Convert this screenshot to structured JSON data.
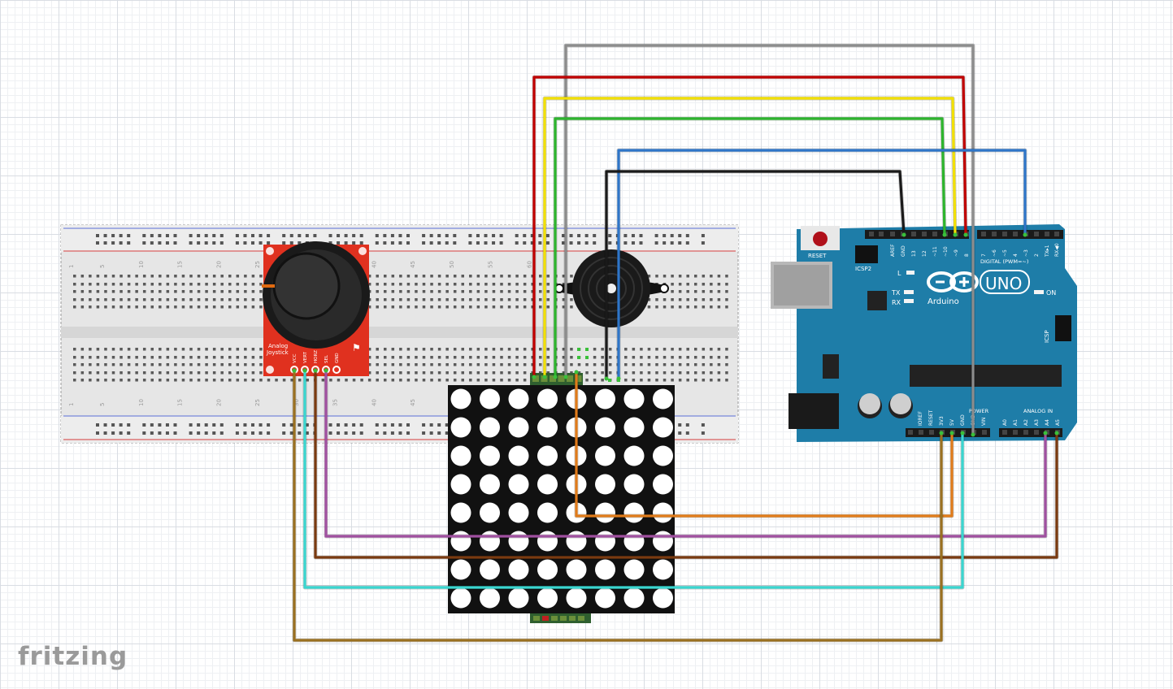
{
  "app": {
    "logo": "fritzing"
  },
  "breadboard": {
    "col_numbers": [
      "1",
      "5",
      "10",
      "15",
      "20",
      "25",
      "30",
      "35",
      "40",
      "45",
      "50",
      "55",
      "60"
    ]
  },
  "joystick": {
    "label_line1": "Analog",
    "label_line2": "Joystick",
    "pins": [
      "VCC",
      "VERT",
      "HORZ",
      "SEL",
      "GND"
    ],
    "board_color": "#e0311f"
  },
  "arduino": {
    "board_color": "#1e7da8",
    "reset_label": "RESET",
    "icsp2_label": "ICSP2",
    "icsp_label": "ICSP",
    "brand": "Arduino",
    "model": "UNO",
    "led_l": "L",
    "led_tx": "TX",
    "led_rx": "RX",
    "led_on": "ON",
    "digital_label": "DIGITAL (PWM=~)",
    "digital_pins": [
      "AREF",
      "GND",
      "13",
      "12",
      "~11",
      "~10",
      "~9",
      "8",
      "7",
      "~6",
      "~5",
      "4",
      "~3",
      "2",
      "TX▸1",
      "RX◀0"
    ],
    "power_label": "POWER",
    "power_pins": [
      "IOREF",
      "RESET",
      "3V3",
      "5V",
      "GND",
      "GND",
      "VIN"
    ],
    "analog_label": "ANALOG IN",
    "analog_pins": [
      "A0",
      "A1",
      "A2",
      "A3",
      "A4",
      "A5"
    ]
  },
  "wires": [
    {
      "name": "wire-gray",
      "color": "#8c8c8c"
    },
    {
      "name": "wire-red",
      "color": "#c00000"
    },
    {
      "name": "wire-yellow",
      "color": "#f2e000"
    },
    {
      "name": "wire-green",
      "color": "#2db52d"
    },
    {
      "name": "wire-blue",
      "color": "#2e75c8"
    },
    {
      "name": "wire-black",
      "color": "#1a1a1a"
    },
    {
      "name": "wire-orange",
      "color": "#e07b1a"
    },
    {
      "name": "wire-purple",
      "color": "#a050a0"
    },
    {
      "name": "wire-brown",
      "color": "#7a3a10"
    },
    {
      "name": "wire-cyan",
      "color": "#3ad6d0"
    },
    {
      "name": "wire-tan",
      "color": "#9a7020"
    }
  ]
}
